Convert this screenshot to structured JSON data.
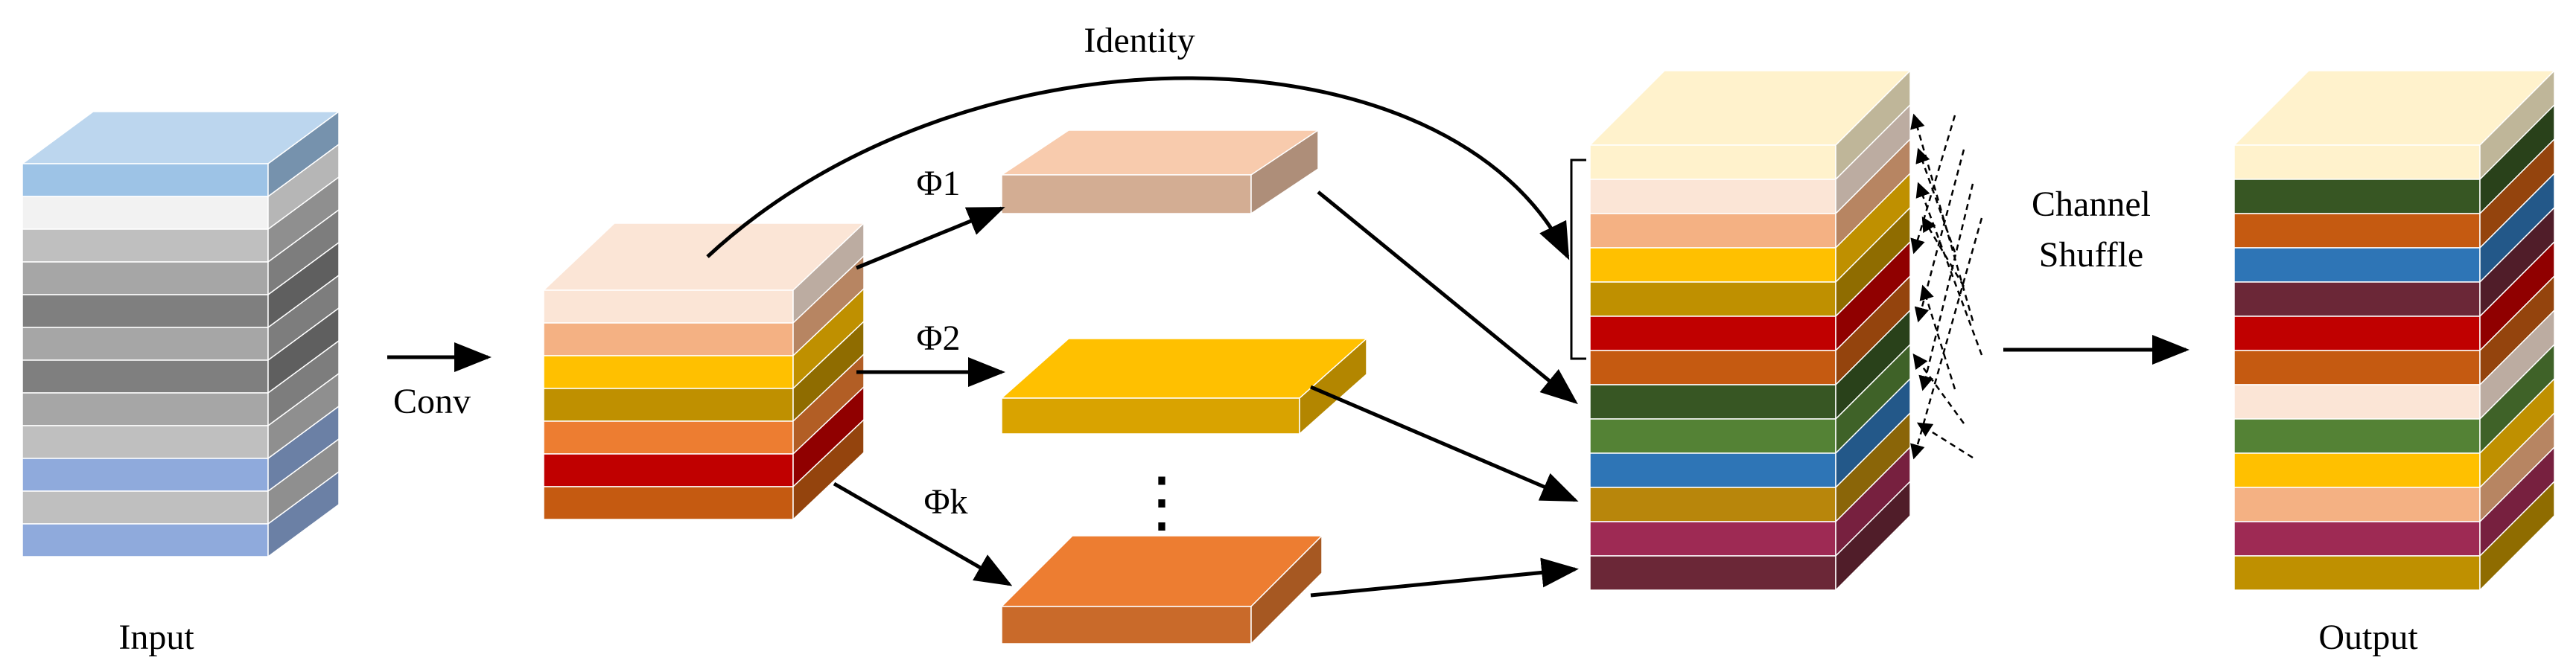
{
  "labels": {
    "input": "Input",
    "conv": "Conv",
    "identity": "Identity",
    "phi1": "Φ1",
    "phi2": "Φ2",
    "phik": "Φk",
    "channel": "Channel",
    "shuffle": "Shuffle",
    "output": "Output"
  },
  "stacks": {
    "input": {
      "top": "#bcd6ee",
      "layers": [
        "#9dc3e6",
        "#f2f2f2",
        "#bfbfbf",
        "#a6a6a6",
        "#7f7f7f",
        "#a6a6a6",
        "#7f7f7f",
        "#a6a6a6",
        "#bfbfbf",
        "#8faadc",
        "#bfbfbf",
        "#8faadc"
      ]
    },
    "conv": {
      "top": "#fbe5d6",
      "layers": [
        "#fbe5d6",
        "#f4b183",
        "#ffc000",
        "#bf9000",
        "#ed7d31",
        "#c00000",
        "#c55a11"
      ]
    },
    "concat": {
      "top": "#fff2cc",
      "layers": [
        "#fff2cc",
        "#fbe5d6",
        "#f4b183",
        "#ffc000",
        "#bf9000",
        "#c00000",
        "#c55a11",
        "#375623",
        "#548235",
        "#2e75b6",
        "#b8860b",
        "#9e2a54",
        "#6b2737"
      ]
    },
    "output": {
      "top": "#fff2cc",
      "layers": [
        "#fff2cc",
        "#375623",
        "#c55a11",
        "#2e75b6",
        "#6b2737",
        "#c00000",
        "#c55a11",
        "#fbe5d6",
        "#548235",
        "#ffc000",
        "#f4b183",
        "#9e2a54",
        "#bf9000"
      ]
    }
  },
  "branches": [
    {
      "name": "phi1",
      "color": "#f8cbad"
    },
    {
      "name": "phi2",
      "color": "#ffc000"
    },
    {
      "name": "phik",
      "color": "#ed7d31"
    }
  ],
  "ellipsis": "⋮"
}
